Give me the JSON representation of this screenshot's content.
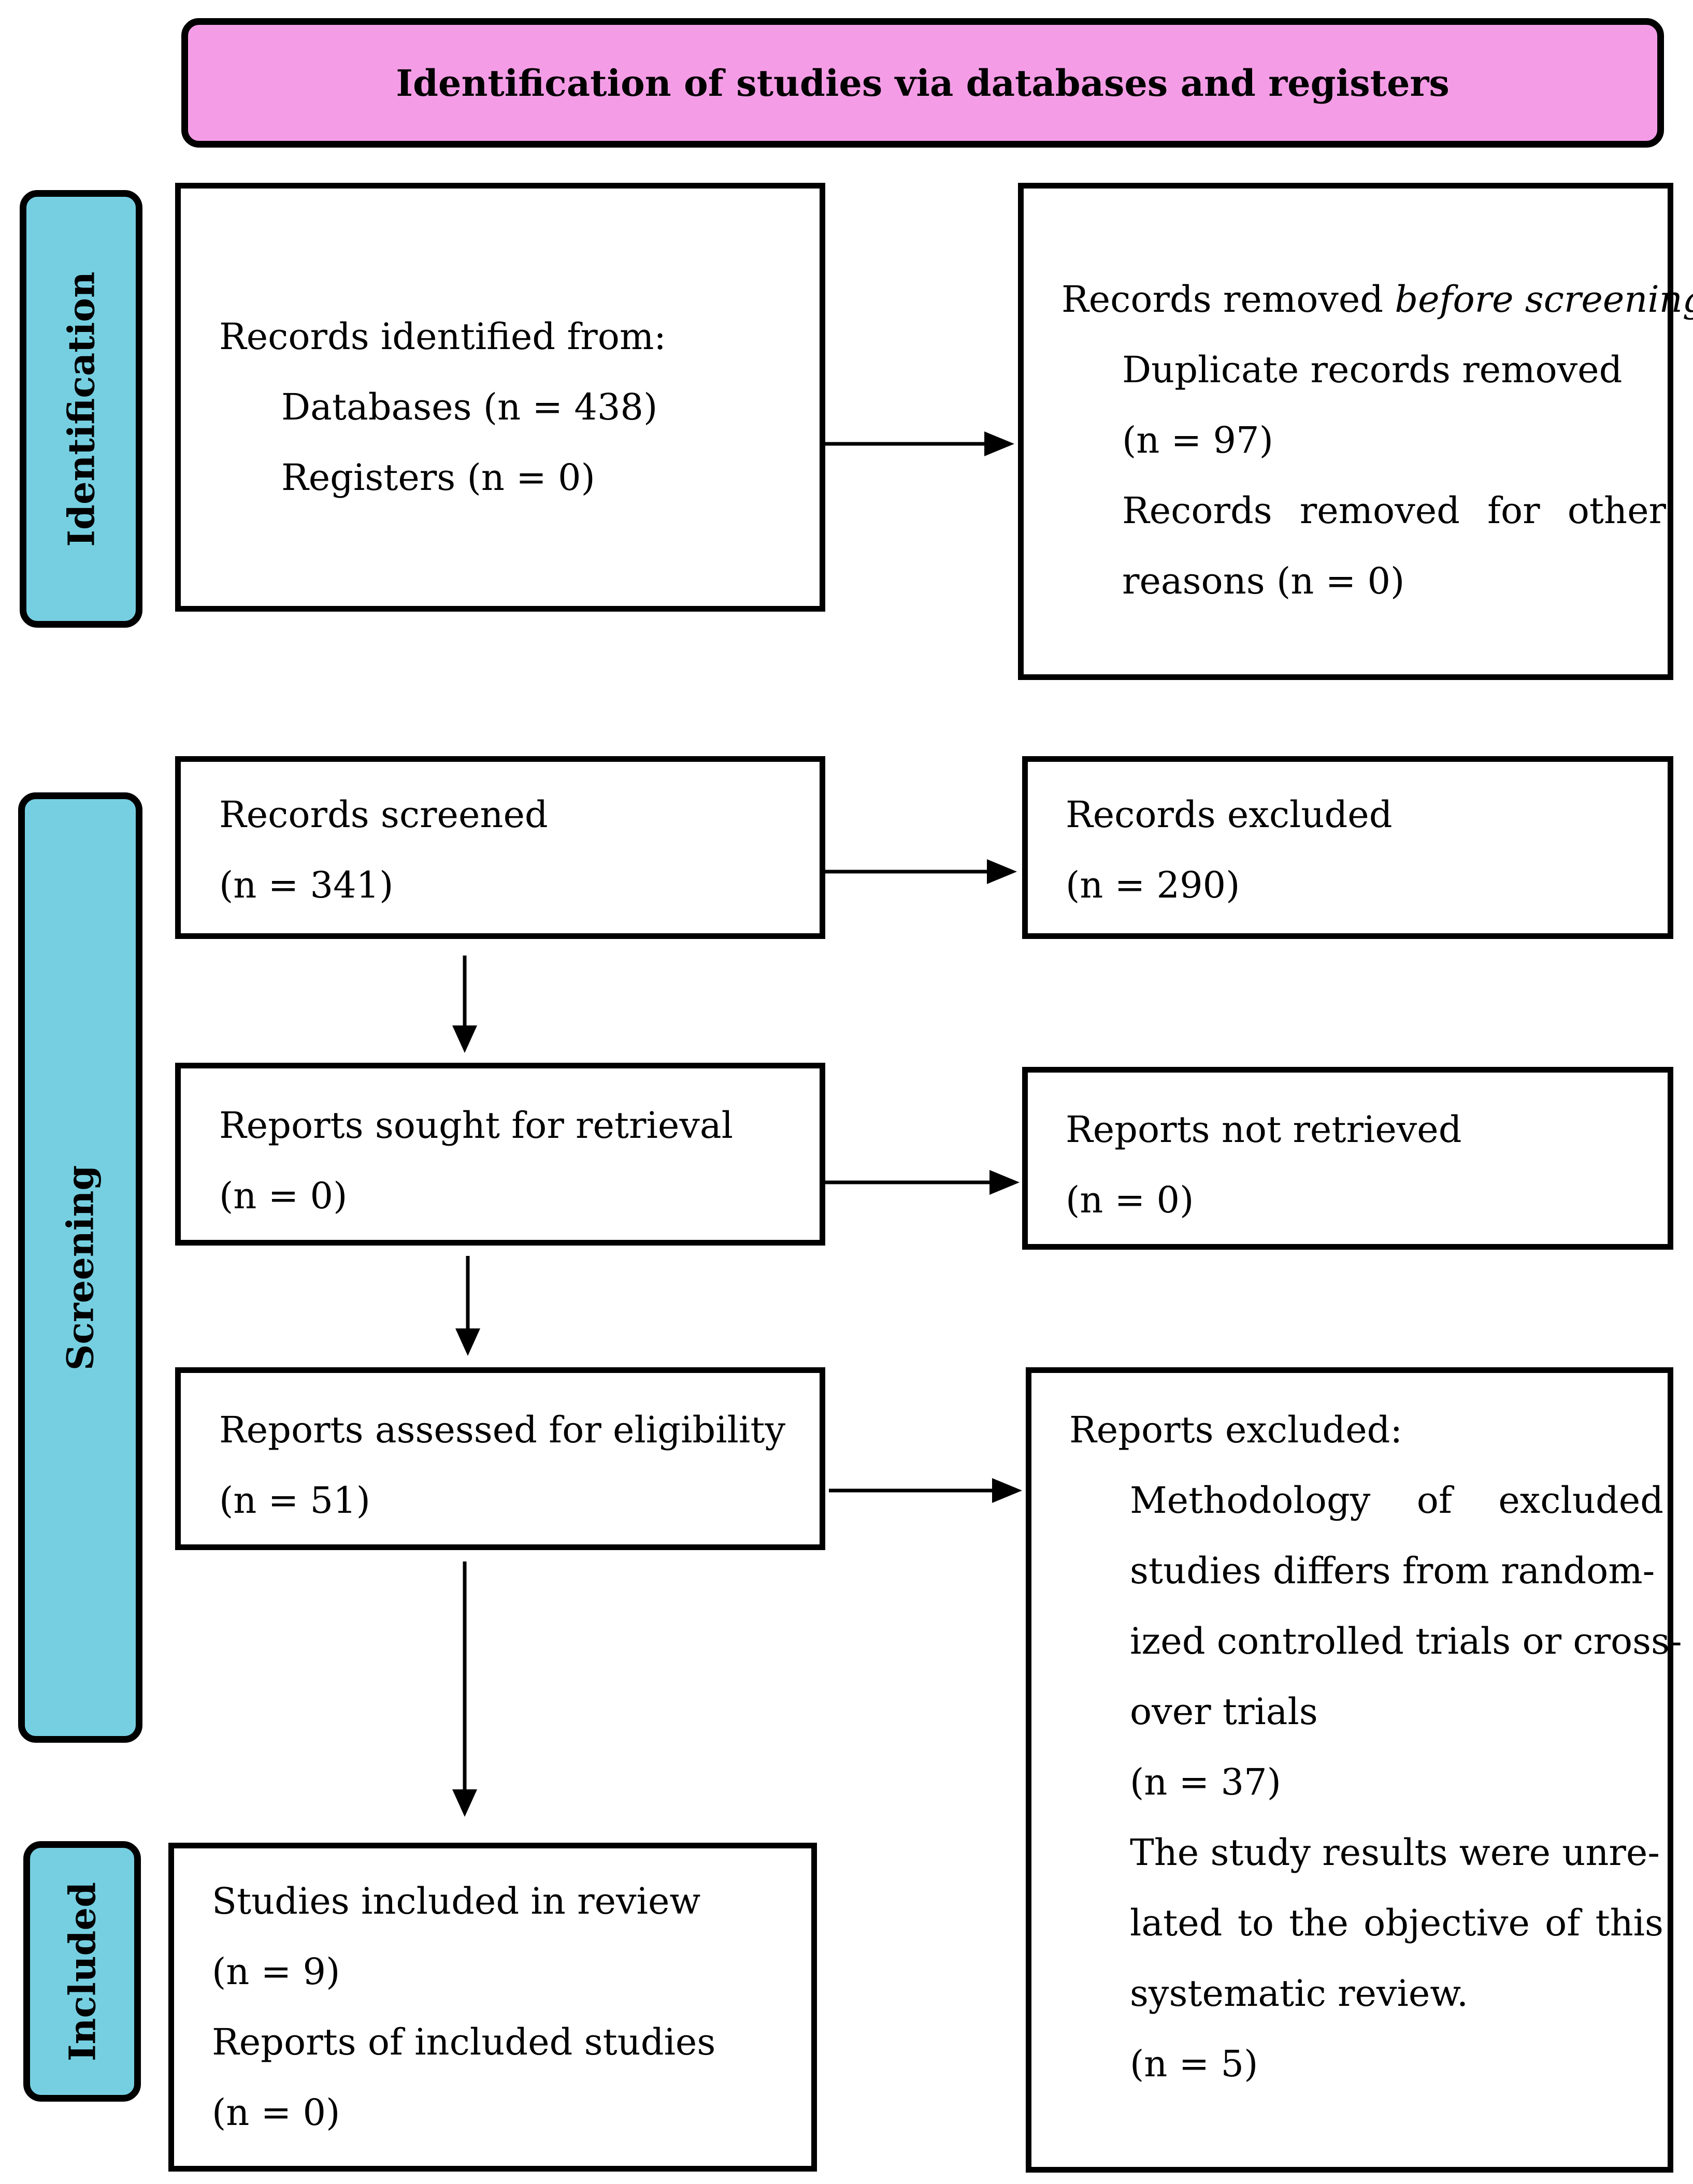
{
  "header": {
    "title": "Identification of studies via databases and registers"
  },
  "phases": {
    "identification": "Identification",
    "screening": "Screening",
    "included": "Included"
  },
  "identified": {
    "heading": "Records identified from:",
    "databases": "Databases (n = 438)",
    "registers": "Registers (n = 0)"
  },
  "removed": {
    "heading_prefix": "Records removed ",
    "heading_italic": "before screening",
    "heading_suffix": ":",
    "duplicates": "Duplicate records removed",
    "duplicates_n": "(n = 97)",
    "other_words": [
      "Records",
      "removed",
      "for",
      "other"
    ],
    "other_tail": "reasons (n = 0)"
  },
  "screened": {
    "label": "Records screened",
    "n": "(n = 341)"
  },
  "excluded": {
    "label": "Records excluded",
    "n": "(n = 290)"
  },
  "sought": {
    "label": "Reports sought for retrieval",
    "n": "(n = 0)"
  },
  "not_retrieved": {
    "label": "Reports not retrieved",
    "n": "(n = 0)"
  },
  "assessed": {
    "label": "Reports assessed for eligibility",
    "n": "(n = 51)"
  },
  "reports_excluded": {
    "heading": "Reports excluded:",
    "line1_words": [
      "Methodology",
      "of",
      "excluded"
    ],
    "line2": "studies differs from random-",
    "line3": "ized controlled trials or cross-",
    "line4": "over trials",
    "n1": "(n = 37)",
    "line5": "The study results were unre-",
    "line6_words": [
      "lated",
      "to",
      "the",
      "objective",
      "of",
      "this"
    ],
    "line7": "systematic review.",
    "n2": "(n = 5)"
  },
  "included": {
    "studies": "Studies included in review",
    "studies_n": "(n = 9)",
    "reports": "Reports of included studies",
    "reports_n": "(n = 0)"
  }
}
